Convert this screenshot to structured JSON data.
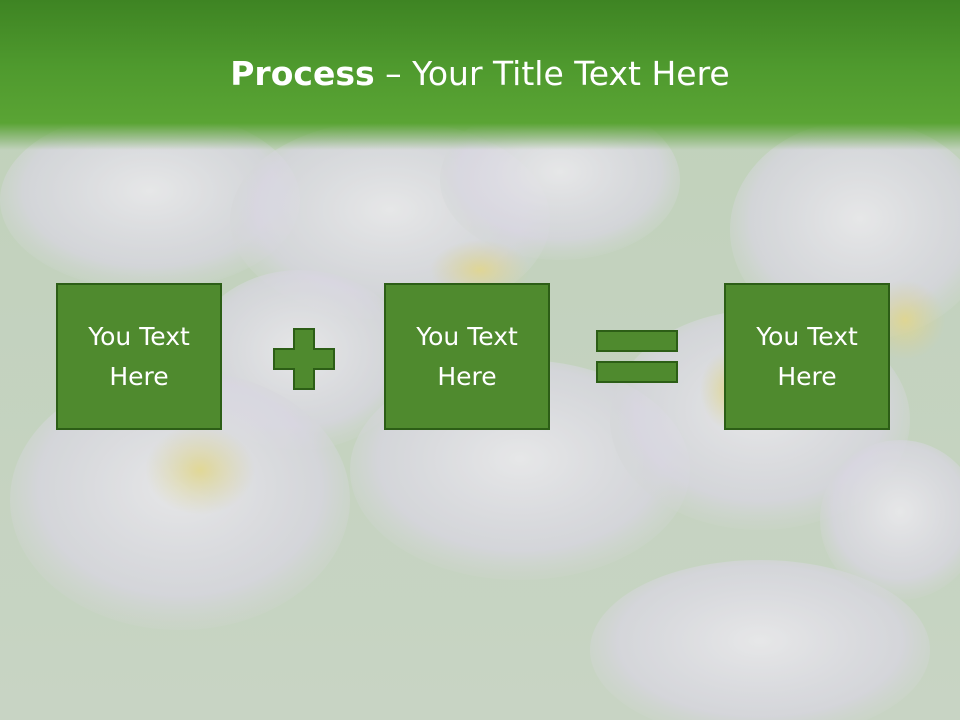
{
  "slide": {
    "title_bold": "Process",
    "title_rest": " – Your Title Text Here"
  },
  "boxes": [
    {
      "text": "You Text Here"
    },
    {
      "text": "You Text Here"
    },
    {
      "text": "You Text Here"
    }
  ],
  "operators": [
    {
      "icon": "plus-icon"
    },
    {
      "icon": "equals-icon"
    }
  ],
  "colors": {
    "header_green": "#4f9a2e",
    "box_fill": "#4f8a2e",
    "box_border": "#2c5e16",
    "operator_fill": "#4f8a2e"
  }
}
